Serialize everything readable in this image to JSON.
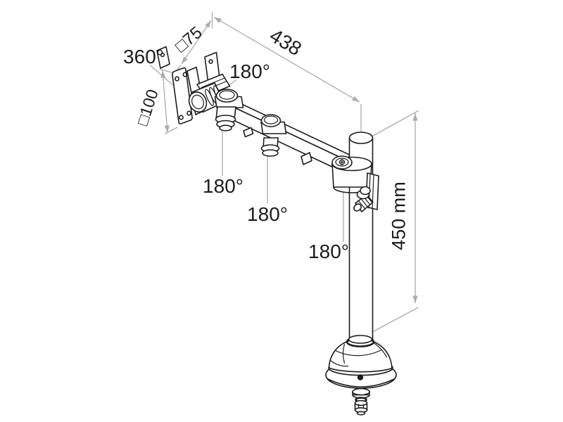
{
  "diagram": {
    "type": "technical-drawing",
    "subject": "monitor-arm-with-desk-grommet-pole-mount",
    "colors": {
      "background": "#ffffff",
      "product_outline": "#1d1d1b",
      "dimension_lines": "#ababab",
      "label_text": "#1d1d1b"
    },
    "labels": {
      "swivel_vesa": "360°",
      "vesa_size_small": "□75",
      "arm_length": "438",
      "rotation_head": "180°",
      "rotation_elbow": "180°",
      "rotation_mid_joint": "180°",
      "rotation_pole_joint": "180°",
      "vesa_size_large": "□100",
      "pole_height": "450 mm"
    }
  }
}
